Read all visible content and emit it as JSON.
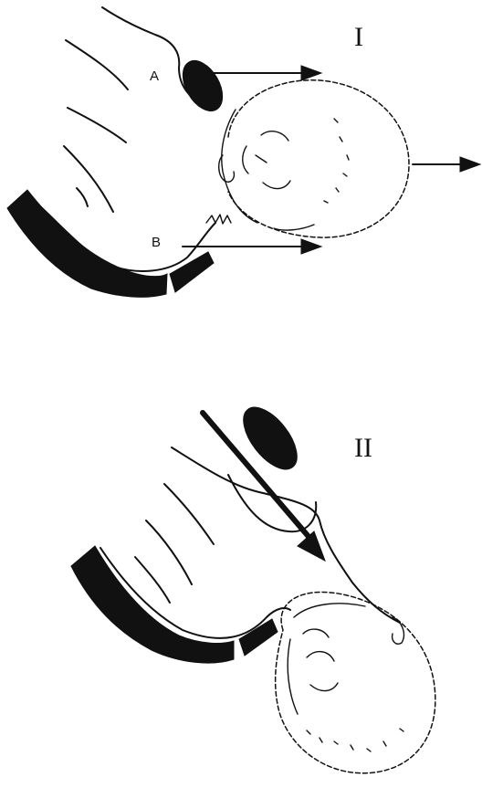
{
  "panels": [
    {
      "numeral": "I",
      "labels": {
        "a": "A",
        "b": "B"
      }
    },
    {
      "numeral": "II"
    }
  ],
  "colors": {
    "ink": "#111111",
    "paper": "#ffffff"
  }
}
